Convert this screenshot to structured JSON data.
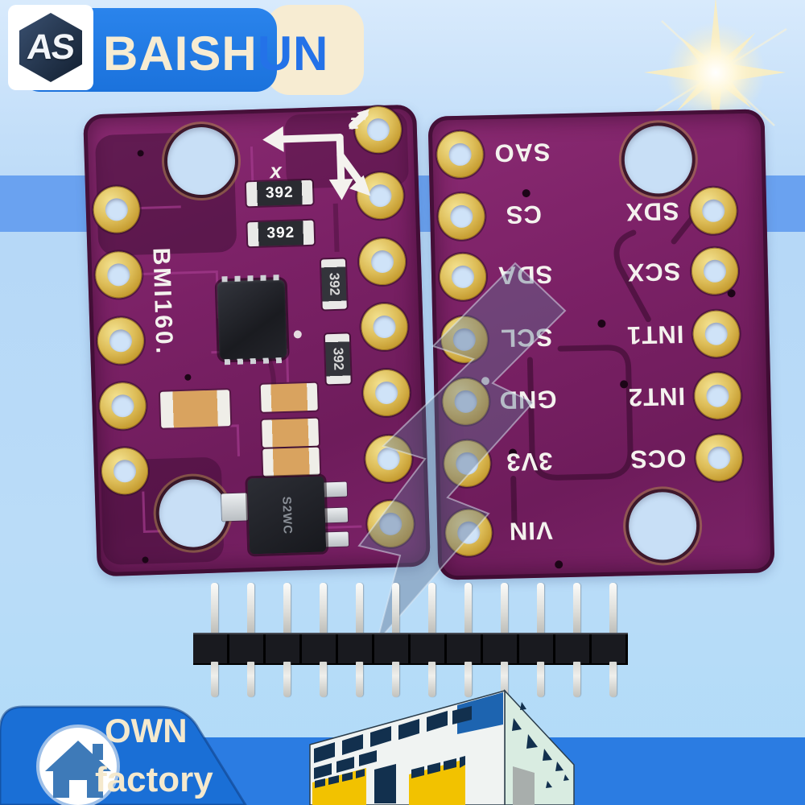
{
  "brand": {
    "name_part1": "BAISH",
    "name_part2": "UN",
    "logo_monogram": "AS"
  },
  "badge": {
    "line1": "OWN",
    "line2": "factory"
  },
  "icons": {
    "sun": "sunburst",
    "house": "house",
    "logo": "hexagon-lightning-monogram"
  },
  "pcb_front": {
    "chip_label": "BMI160.",
    "resistor_value": "392",
    "regulator_marking": "S2WC",
    "axis": {
      "x": "x",
      "z": "z"
    }
  },
  "pcb_back": {
    "left_pins": [
      "SAO",
      "CS",
      "SDA",
      "SCL",
      "GND",
      "3V3",
      "VIN"
    ],
    "right_pins": [
      "SDX",
      "SCX",
      "INT1",
      "INT2",
      "OCS"
    ]
  },
  "colors": {
    "pcb_purple": "#7b2166",
    "gold_pad": "#d8b952",
    "sky": "#bcdcf8",
    "band_blue": "#6aa2f0",
    "bottom_band_blue": "#2b7ce2",
    "badge_blue": "#1a6fd6",
    "brand_blue": "#2472e8",
    "cream": "#f7ecd2"
  }
}
